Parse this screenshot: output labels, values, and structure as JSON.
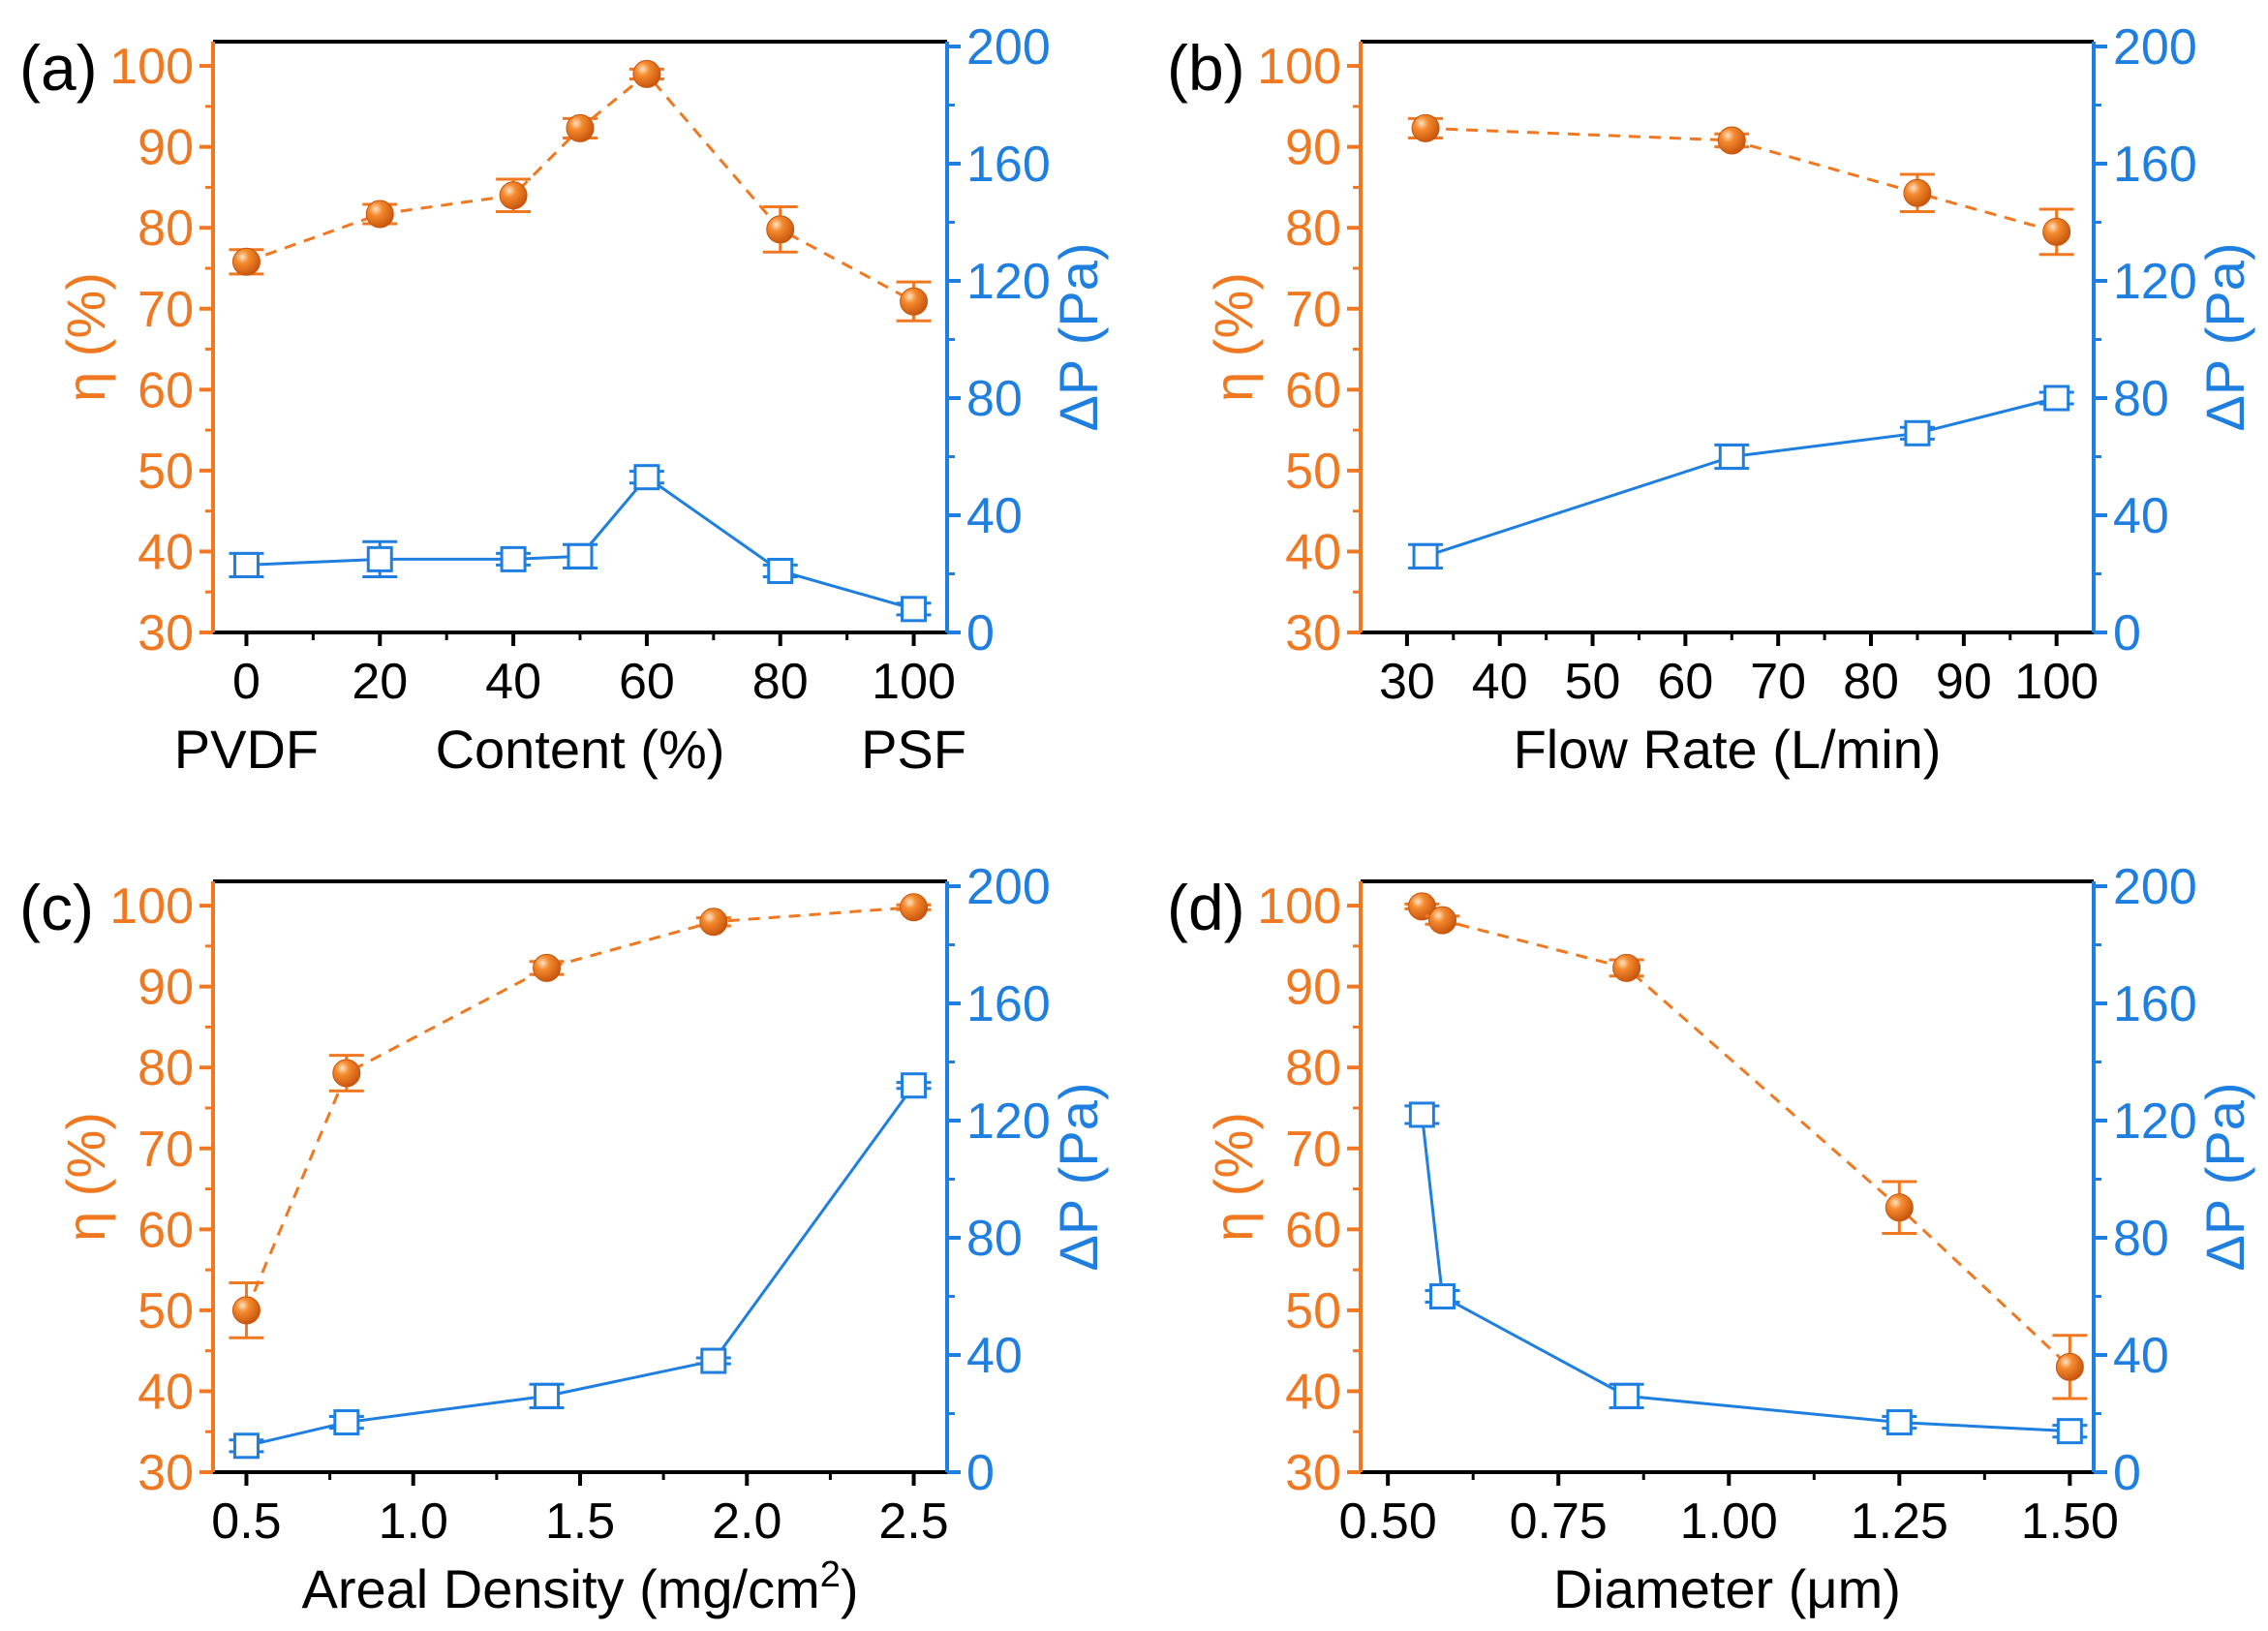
{
  "figure": {
    "colors": {
      "eta": "#F07820",
      "dp": "#1E7FE0",
      "axis": "#000000"
    },
    "y_left": {
      "label": "η (%)",
      "ylim": [
        30,
        103
      ],
      "ticks": [
        30,
        40,
        50,
        60,
        70,
        80,
        90,
        100
      ]
    },
    "y_right": {
      "label": "ΔP (Pa)",
      "ylim": [
        0,
        200
      ],
      "ticks": [
        0,
        40,
        80,
        120,
        160,
        200
      ]
    }
  },
  "chart_data": [
    {
      "panel": "(a)",
      "type": "line",
      "xlim": [
        -5,
        105
      ],
      "x_ticks": [
        0,
        20,
        40,
        60,
        80,
        100
      ],
      "x_tick_labels": [
        "0",
        "20",
        "40",
        "60",
        "80",
        "100"
      ],
      "xlabel_parts": [
        {
          "text": "PVDF",
          "x": 0
        },
        {
          "text": "Content (%)",
          "x": 50
        },
        {
          "text": "PSF",
          "x": 100
        }
      ],
      "series": [
        {
          "axis": "left",
          "style": "dashed-sphere",
          "x": [
            0,
            20,
            40,
            50,
            60,
            80,
            100
          ],
          "y": [
            75.8,
            81.7,
            84.0,
            92.3,
            99.0,
            79.8,
            70.9
          ],
          "err": [
            1.5,
            1.2,
            2.0,
            1.2,
            0.6,
            2.8,
            2.4
          ]
        },
        {
          "axis": "right",
          "style": "solid-square",
          "x": [
            0,
            20,
            40,
            50,
            60,
            80,
            100
          ],
          "y": [
            23,
            25,
            25,
            26,
            53,
            21,
            8
          ],
          "err": [
            4,
            6,
            2,
            4,
            2,
            2,
            2
          ]
        }
      ]
    },
    {
      "panel": "(b)",
      "type": "line",
      "xlim": [
        25,
        104
      ],
      "x_ticks": [
        30,
        40,
        50,
        60,
        70,
        80,
        90,
        100
      ],
      "x_tick_labels": [
        "30",
        "40",
        "50",
        "60",
        "70",
        "80",
        "90",
        "100"
      ],
      "xlabel_parts": [
        {
          "text": "Flow Rate (L/min)",
          "x": 64.5
        }
      ],
      "series": [
        {
          "axis": "left",
          "style": "dashed-sphere",
          "x": [
            32,
            65,
            85,
            100
          ],
          "y": [
            92.3,
            90.8,
            84.3,
            79.5
          ],
          "err": [
            1.2,
            0.8,
            2.3,
            2.8
          ]
        },
        {
          "axis": "right",
          "style": "solid-square",
          "x": [
            32,
            65,
            85,
            100
          ],
          "y": [
            26,
            60,
            68,
            80
          ],
          "err": [
            4,
            4,
            2,
            2
          ]
        }
      ]
    },
    {
      "panel": "(c)",
      "type": "line",
      "xlim": [
        0.4,
        2.6
      ],
      "x_ticks": [
        0.5,
        1.0,
        1.5,
        2.0,
        2.5
      ],
      "x_tick_labels": [
        "0.5",
        "1.0",
        "1.5",
        "2.0",
        "2.5"
      ],
      "xlabel": "Areal Density (mg/cm",
      "xlabel_sup": "2",
      "xlabel_end": ")",
      "series": [
        {
          "axis": "left",
          "style": "dashed-sphere",
          "x": [
            0.5,
            0.8,
            1.4,
            1.9,
            2.5
          ],
          "y": [
            50.0,
            79.3,
            92.3,
            98.0,
            99.8
          ],
          "err": [
            3.4,
            2.2,
            0.8,
            0.5,
            0.3
          ]
        },
        {
          "axis": "right",
          "style": "solid-square",
          "x": [
            0.5,
            0.8,
            1.4,
            1.9,
            2.5
          ],
          "y": [
            9,
            17,
            26,
            38,
            132
          ],
          "err": [
            2,
            2,
            4,
            1,
            1
          ]
        }
      ]
    },
    {
      "panel": "(d)",
      "type": "line",
      "xlim": [
        0.46,
        1.535
      ],
      "x_ticks": [
        0.5,
        0.75,
        1.0,
        1.25,
        1.5
      ],
      "x_tick_labels": [
        "0.50",
        "0.75",
        "1.00",
        "1.25",
        "1.50"
      ],
      "xlabel": "Diameter (μm)",
      "series": [
        {
          "axis": "left",
          "style": "dashed-sphere",
          "x": [
            0.55,
            0.58,
            0.85,
            1.25,
            1.5
          ],
          "y": [
            99.9,
            98.2,
            92.3,
            62.7,
            43.0
          ],
          "err": [
            0.3,
            0.5,
            1.0,
            3.2,
            3.9
          ]
        },
        {
          "axis": "right",
          "style": "solid-square",
          "x": [
            0.55,
            0.58,
            0.85,
            1.25,
            1.5
          ],
          "y": [
            122,
            60,
            26,
            17,
            14
          ],
          "err": [
            3,
            2,
            4,
            2,
            2
          ]
        }
      ]
    }
  ]
}
